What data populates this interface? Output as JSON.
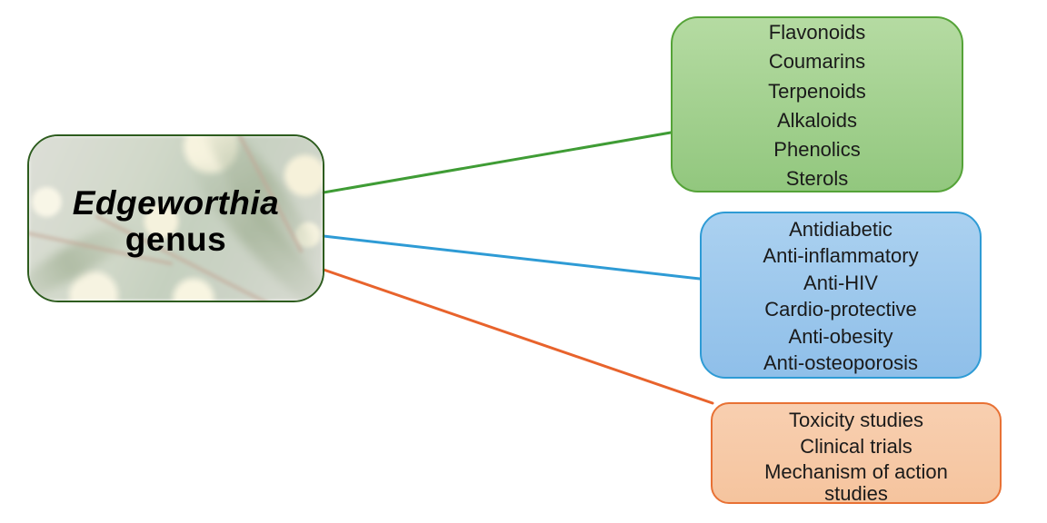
{
  "diagram": {
    "root": {
      "title_line1": "Edgeworthia",
      "title_line2": "genus"
    },
    "boxes": [
      {
        "id": "phytochemicals",
        "items": [
          "Flavonoids",
          "Coumarins",
          "Terpenoids",
          "Alkaloids",
          "Phenolics",
          "Sterols"
        ]
      },
      {
        "id": "bioactivities",
        "items": [
          "Antidiabetic",
          "Anti-inflammatory",
          "Anti-HIV",
          "Cardio-protective",
          "Anti-obesity",
          "Anti-osteoporosis"
        ]
      },
      {
        "id": "studies",
        "items": [
          "Toxicity studies",
          "Clinical trials",
          "Mechanism of action studies"
        ]
      }
    ]
  },
  "colors": {
    "root-border": "#2d5c1e",
    "green-border": "#55a338",
    "green-fill-top": "#b5dba2",
    "green-fill-bottom": "#92c77e",
    "blue-border": "#2e9bd5",
    "blue-fill-top": "#abd1f0",
    "blue-fill-bottom": "#8fbfe9",
    "orange-border": "#e87134",
    "orange-fill-top": "#f8cfb0",
    "orange-fill-bottom": "#f5c49e",
    "line-green": "#3f9c35",
    "line-blue": "#2e9bd5",
    "line-orange": "#e8632c",
    "text": "#1a1a1a"
  }
}
